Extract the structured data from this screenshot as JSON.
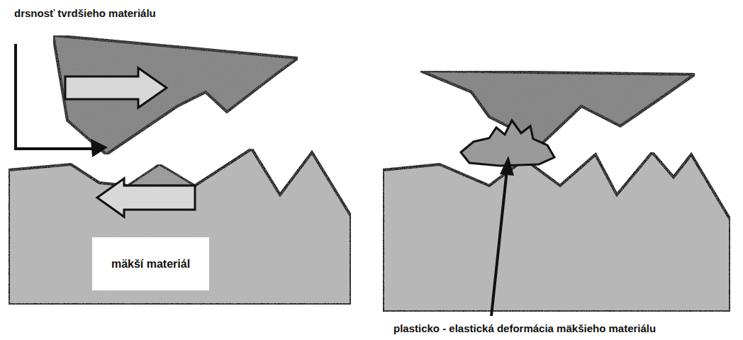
{
  "diagram": {
    "nodes": [
      {
        "text": [
          "mäkší materiál"
        ]
      }
    ],
    "labels": [
      "drsnosť tvrdšieho materiálu",
      "plasticko - elastická deformácia mäkšieho materiálu"
    ]
  }
}
